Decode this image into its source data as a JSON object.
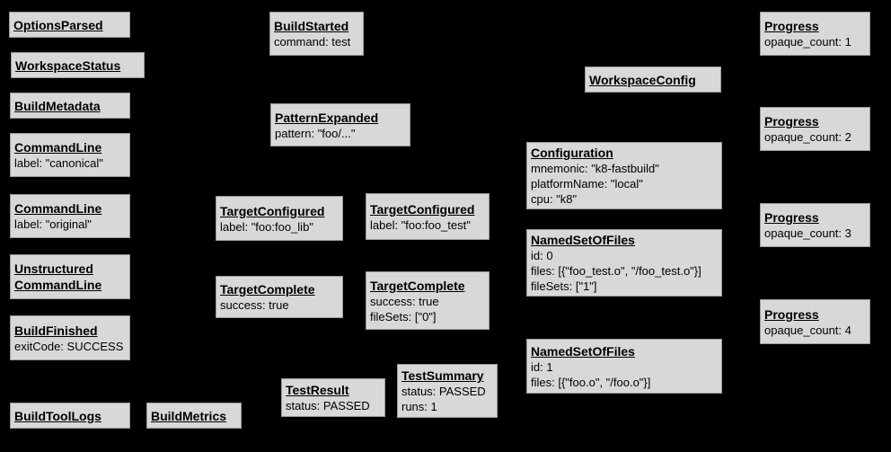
{
  "diagram": {
    "background": "#000000",
    "node_fill": "#d8d8d8",
    "node_border": "#9a9a9a",
    "nodes": {
      "options_parsed": {
        "title": "OptionsParsed"
      },
      "workspace_status": {
        "title": "WorkspaceStatus"
      },
      "build_metadata": {
        "title": "BuildMetadata"
      },
      "command_line_canonical": {
        "title": "CommandLine",
        "lines": {
          "0": "label: \"canonical\""
        }
      },
      "command_line_original": {
        "title": "CommandLine",
        "lines": {
          "0": "label: \"original\""
        }
      },
      "unstructured_command_line": {
        "title": "Unstructured",
        "title2": "CommandLine"
      },
      "build_finished": {
        "title": "BuildFinished",
        "lines": {
          "0": "exitCode: SUCCESS"
        }
      },
      "build_tool_logs": {
        "title": "BuildToolLogs"
      },
      "build_metrics": {
        "title": "BuildMetrics"
      },
      "build_started": {
        "title": "BuildStarted",
        "lines": {
          "0": "command: test"
        }
      },
      "pattern_expanded": {
        "title": "PatternExpanded",
        "lines": {
          "0": "pattern: \"foo/...\""
        }
      },
      "target_configured_lib": {
        "title": "TargetConfigured",
        "lines": {
          "0": "label: \"foo:foo_lib\""
        }
      },
      "target_configured_test": {
        "title": "TargetConfigured",
        "lines": {
          "0": "label: \"foo:foo_test\""
        }
      },
      "target_complete_lib": {
        "title": "TargetComplete",
        "lines": {
          "0": "success: true"
        }
      },
      "target_complete_test": {
        "title": "TargetComplete",
        "lines": {
          "0": "success: true",
          "1": "fileSets: [\"0\"]"
        }
      },
      "test_result": {
        "title": "TestResult",
        "lines": {
          "0": "status: PASSED"
        }
      },
      "test_summary": {
        "title": "TestSummary",
        "lines": {
          "0": "status: PASSED",
          "1": "runs: 1"
        }
      },
      "workspace_config": {
        "title": "WorkspaceConfig"
      },
      "configuration": {
        "title": "Configuration",
        "lines": {
          "0": "mnemonic: \"k8-fastbuild\"",
          "1": "platformName: \"local\"",
          "2": "cpu: \"k8\""
        }
      },
      "named_set_of_files_0": {
        "title": "NamedSetOfFiles",
        "lines": {
          "0": "id: 0",
          "1": "files: [{\"foo_test.o\", \"/foo_test.o\"}]",
          "2": "fileSets: [\"1\"]"
        }
      },
      "named_set_of_files_1": {
        "title": "NamedSetOfFiles",
        "lines": {
          "0": "id: 1",
          "1": "files: [{\"foo.o\", \"/foo.o\"}]"
        }
      },
      "progress_1": {
        "title": "Progress",
        "lines": {
          "0": "opaque_count: 1"
        }
      },
      "progress_2": {
        "title": "Progress",
        "lines": {
          "0": "opaque_count: 2"
        }
      },
      "progress_3": {
        "title": "Progress",
        "lines": {
          "0": "opaque_count: 3"
        }
      },
      "progress_4": {
        "title": "Progress",
        "lines": {
          "0": "opaque_count: 4"
        }
      }
    }
  }
}
